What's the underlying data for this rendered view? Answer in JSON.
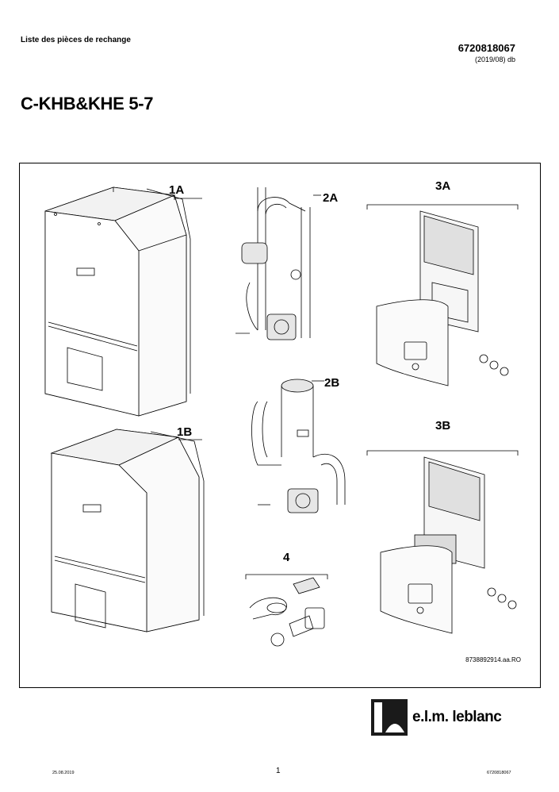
{
  "header": {
    "list_title": "Liste des pièces de rechange",
    "doc_number": "6720818067",
    "doc_date": "(2019/08) db"
  },
  "title": "C-KHB&KHE 5-7",
  "diagram": {
    "labels": [
      "1A",
      "2A",
      "3A",
      "1B",
      "2B",
      "3B",
      "4"
    ],
    "drawing_ref": "8738892914.aa.RO"
  },
  "brand": {
    "name": "e.l.m. leblanc",
    "logo_icon": "elm-leblanc-logo-icon"
  },
  "footer": {
    "date": "25.08.2019",
    "page": "1",
    "doc_number": "6720818067"
  }
}
